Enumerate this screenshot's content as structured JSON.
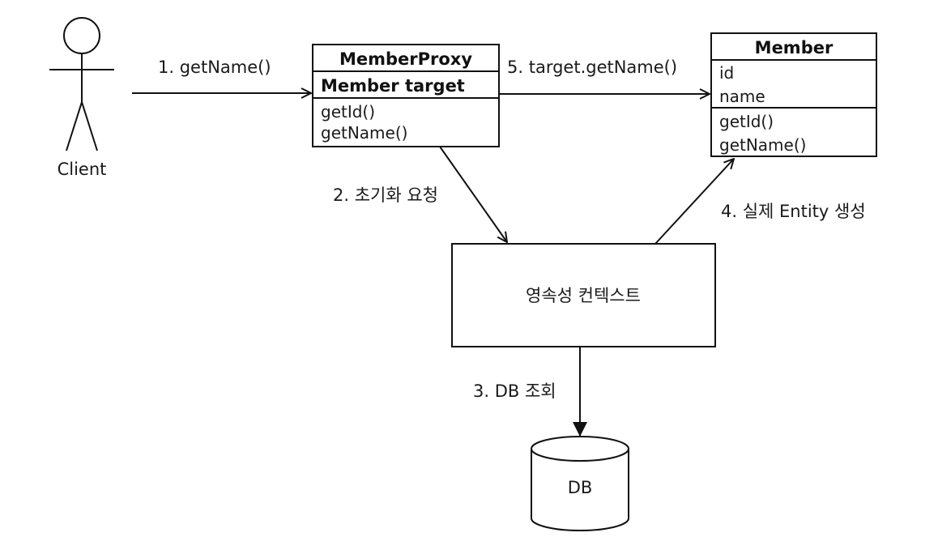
{
  "actor": {
    "label": "Client",
    "icon": "stick-figure-icon"
  },
  "classes": {
    "member_proxy": {
      "title": "MemberProxy",
      "field": "Member target",
      "methods": [
        "getId()",
        "getName()"
      ]
    },
    "member": {
      "title": "Member",
      "fields": [
        "id",
        "name"
      ],
      "methods": [
        "getId()",
        "getName()"
      ]
    }
  },
  "nodes": {
    "persistence_context": "영속성 컨텍스트",
    "database": "DB"
  },
  "edges": {
    "step1": "1. getName()",
    "step2": "2. 초기화 요청",
    "step3": "3. DB 조회",
    "step4": "4. 실제 Entity 생성",
    "step5": "5. target.getName()"
  }
}
